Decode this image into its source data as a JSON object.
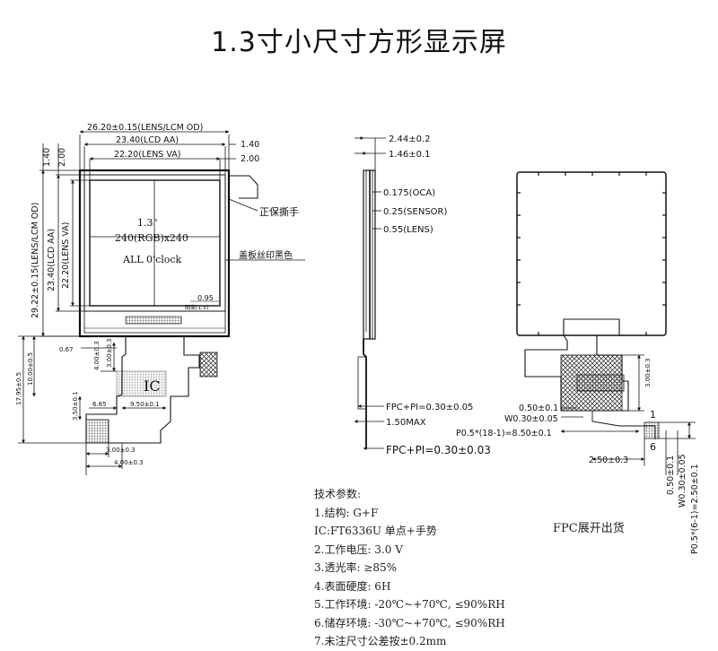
{
  "title": "1.3寸小尺寸方形显示屏",
  "front": {
    "lens_lcm_od_w": "26.20±0.15(LENS/LCM OD)",
    "lcd_aa_w": "23.40(LCD AA)",
    "lens_va_w": "22.20(LENS VA)",
    "offset_1_40": "1.40",
    "offset_2_00": "2.00",
    "lens_lcm_od_h": "29.22±0.15(LENS/LCM OD)",
    "lcd_aa_h": "23.40(LCD AA)",
    "lens_va_h": "22.20(LENS VA)",
    "screen_size": "1.3\"",
    "resolution": "240(RGB)x240",
    "orientation": "ALL 0'clock",
    "note_tape": "正保撕手",
    "note_print": "盖板丝印黑色",
    "dim_0_95": "0.95",
    "label_small": "图案(1.5)",
    "dim_0_67": "0.67",
    "dim_17_95": "17.95±0.5",
    "dim_10_00": "10.00±0.5",
    "dim_4_00a": "4.00±0.3",
    "dim_3_00a": "3.00±0.3",
    "dim_6_85": "6.85",
    "dim_9_50": "9.50±0.1",
    "dim_3_50": "3.50±0.1",
    "dim_3_00b": "3.00±0.3",
    "dim_4_00b": "4.00±0.3",
    "fpc_mark": "IC"
  },
  "side": {
    "t_2_44": "2.44±0.2",
    "t_1_46": "1.46±0.1",
    "oca": "0.175(OCA)",
    "sensor": "0.25(SENSOR)",
    "lens": "0.55(LENS)",
    "fpc_pi_1": "FPC+PI=0.30±0.05",
    "max": "1.50MAX",
    "fpc_pi_2": "FPC+PI=0.30±0.03"
  },
  "back": {
    "dim_3_00": "3.00±0.3",
    "dim_0_50": "0.50±0.1",
    "dim_w030": "W0.30±0.05",
    "dim_pitch": "P0.5*(18-1)=8.50±0.1",
    "dim_2_50": "2.50±0.3",
    "pin_1": "1",
    "pin_6": "6",
    "v_0_50": "0.50±0.1",
    "v_w030": "W0.30±0.05",
    "v_pitch": "P0.5*(6-1)=2.50±0.1",
    "ship_note": "FPC展开出货"
  },
  "specs": {
    "heading": "技术参数:",
    "lines": [
      "1.结构: G+F",
      "IC:FT6336U  单点+手势",
      "2.工作电压: 3.0 V",
      "3.透光率: ≥85%",
      "4.表面硬度: 6H",
      "5.工作环境: -20℃~+70℃, ≤90%RH",
      "6.储存环境: -30℃~+70℃, ≤90%RH",
      "7.未注尺寸公差按±0.2mm"
    ]
  }
}
